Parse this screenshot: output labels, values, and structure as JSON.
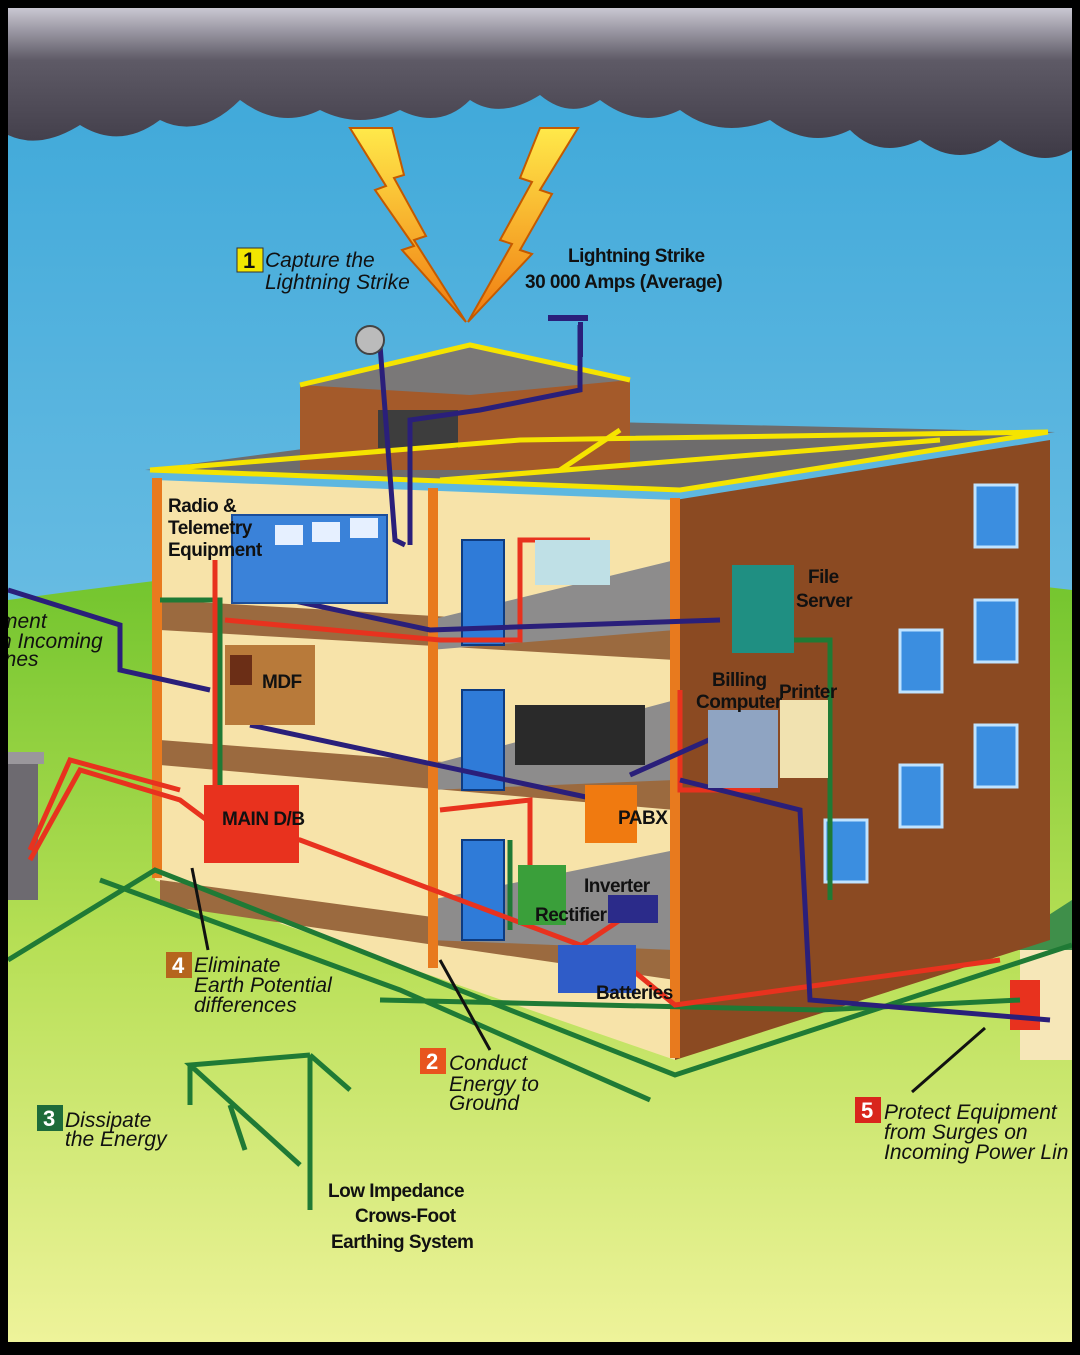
{
  "steps": {
    "s1": {
      "num": "1",
      "line1": "Capture the",
      "line2": "Lightning Strike",
      "color": "#f2e600"
    },
    "s2": {
      "num": "2",
      "line1": "Conduct",
      "line2": "Energy to",
      "line3": "Ground",
      "color": "#e8541e"
    },
    "s3": {
      "num": "3",
      "line1": "Dissipate",
      "line2": "the Energy",
      "color": "#1e6b3a"
    },
    "s4": {
      "num": "4",
      "line1": "Eliminate",
      "line2": "Earth Potential",
      "line3": "differences",
      "color": "#b5651d"
    },
    "s5": {
      "num": "5",
      "line1": "Protect Equipment",
      "line2": "from Surges on",
      "line3": "Incoming Power Lin",
      "color": "#d9261c"
    },
    "left_cut": {
      "line1": "ment",
      "line2": "n Incoming",
      "line3": "ines"
    }
  },
  "strike": {
    "line1": "Lightning Strike",
    "line2": "30 000 Amps (Average)"
  },
  "equipment": {
    "radio_1": "Radio &",
    "radio_2": "Telemetry",
    "radio_3": "Equipment",
    "file_1": "File",
    "file_2": "Server",
    "mdf": "MDF",
    "billing_1": "Billing",
    "billing_2": "Computer",
    "printer": "Printer",
    "main_db": "MAIN D/B",
    "pabx": "PABX",
    "inverter": "Inverter",
    "rectifier": "Rectifier",
    "batteries": "Batteries"
  },
  "earthing": {
    "line1": "Low Impedance",
    "line2": "Crows-Foot",
    "line3": "Earthing System"
  },
  "colors": {
    "sky": "#4fb3e0",
    "cloud": "#4a4752",
    "grass": "#7fcb2e",
    "brick": "#8b4a22",
    "conductor_yellow": "#f5e400",
    "earth_green": "#1f7a35",
    "power_red": "#e8321e",
    "data_blue": "#2a1f7a",
    "down_orange": "#e87a1e"
  }
}
